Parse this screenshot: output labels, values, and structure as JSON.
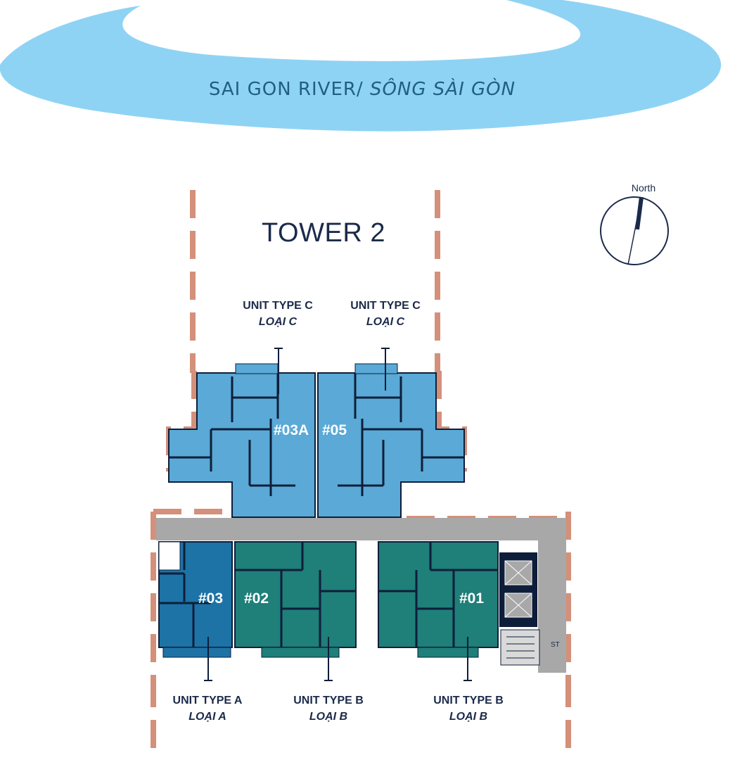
{
  "river": {
    "label_en": "SAI GON RIVER/",
    "label_vi": " SÔNG SÀI GÒN",
    "color": "#8fd3f4"
  },
  "tower": {
    "title": "TOWER 2"
  },
  "compass": {
    "label": "North",
    "icon": "north-arrow-icon"
  },
  "units": [
    {
      "id": "#03A",
      "type": "UNIT TYPE C",
      "type_vi": "LOẠI C",
      "color": "#5aa9d6"
    },
    {
      "id": "#05",
      "type": "UNIT TYPE C",
      "type_vi": "LOẠI C",
      "color": "#5aa9d6"
    },
    {
      "id": "#03",
      "type": "UNIT TYPE A",
      "type_vi": "LOẠI A",
      "color": "#1d73a6"
    },
    {
      "id": "#02",
      "type": "UNIT TYPE B",
      "type_vi": "LOẠI B",
      "color": "#1f7f79"
    },
    {
      "id": "#01",
      "type": "UNIT TYPE B",
      "type_vi": "LOẠI B",
      "color": "#1f7f79"
    }
  ],
  "stair_label": "ST",
  "colors": {
    "boundary": "#d4907a",
    "corridor": "#a8a8a8",
    "text": "#1b2a4a",
    "wall": "#0e1e3a"
  }
}
